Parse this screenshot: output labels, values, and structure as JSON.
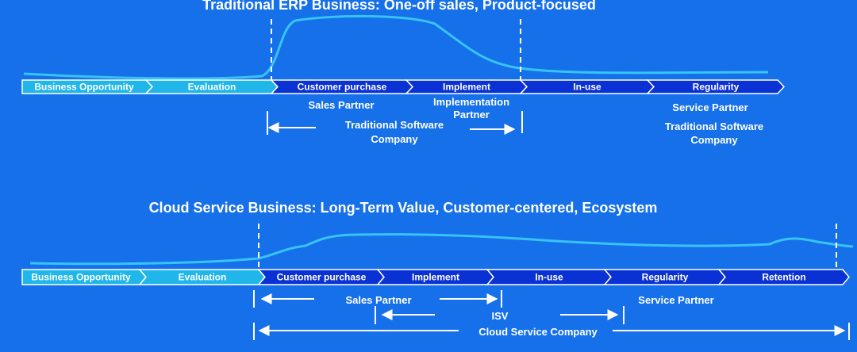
{
  "colors": {
    "background": "#1670ea",
    "stage_light": "#21b6ea",
    "stage_dark": "#0a31d4",
    "curve": "#37c4f4",
    "text": "#ffffff"
  },
  "traditional": {
    "title": "Traditional ERP Business: One-off sales, Product-focused",
    "stages": [
      "Business Opportunity",
      "Evaluation",
      "Customer purchase",
      "Implement",
      "In-use",
      "Regularity"
    ],
    "sales_partner": "Sales Partner",
    "implementation_partner": [
      "Implementation",
      "Partner"
    ],
    "traditional_software_company": [
      "Traditional Software",
      "Company"
    ],
    "service_partner": "Service Partner",
    "traditional_software_company_right": [
      "Traditional Software",
      "Company"
    ]
  },
  "cloud": {
    "title": "Cloud Service Business: Long-Term Value, Customer-centered, Ecosystem",
    "stages": [
      "Business Opportunity",
      "Evaluation",
      "Customer purchase",
      "Implement",
      "In-use",
      "Regularity",
      "Retention"
    ],
    "sales_partner": "Sales Partner",
    "isv": "ISV",
    "service_partner": "Service Partner",
    "cloud_service_company": "Cloud Service Company"
  }
}
